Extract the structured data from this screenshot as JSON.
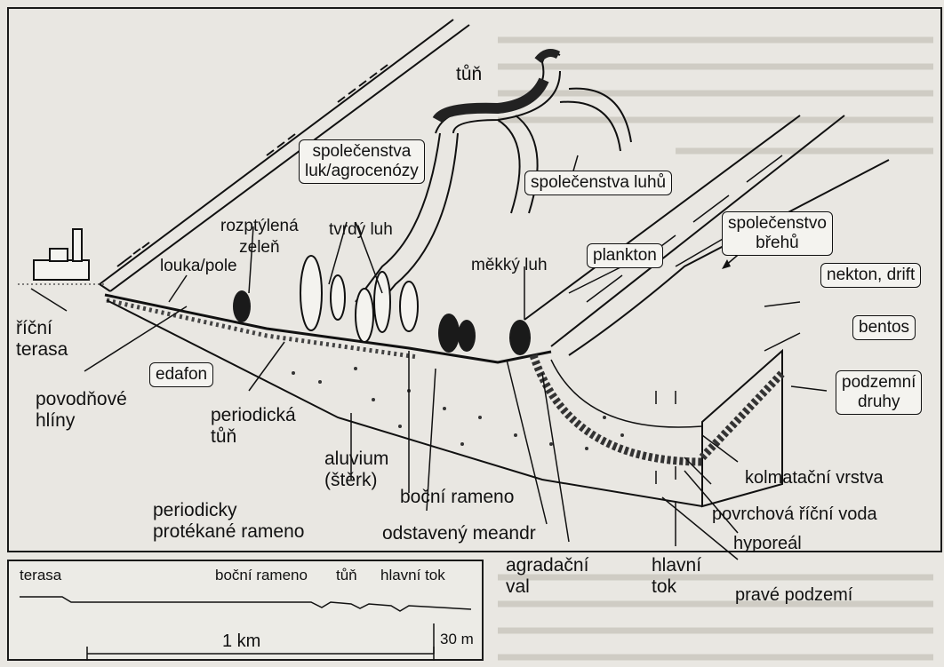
{
  "diagram": {
    "boxed_labels": {
      "spolecenstva_luk": [
        "společenstva",
        "luk/agrocenózy"
      ],
      "spolecenstva_luhu": "společenstva luhů",
      "spolecenstvo_brehu": [
        "společenstvo",
        "břehů"
      ],
      "plankton": "plankton",
      "nekton": "nekton, drift",
      "bentos": "bentos",
      "podzemni": [
        "podzemní",
        "druhy"
      ],
      "edafon": "edafon"
    },
    "labels": {
      "tun_top": "tůň",
      "rozptylena": [
        "rozptýlená",
        "zeleň"
      ],
      "tvrdy_luh": "tvrdý luh",
      "louka_pole": "louka/pole",
      "mekky_luh": "měkký luh",
      "ricni_terasa": [
        "říční",
        "terasa"
      ],
      "povodnove": [
        "povodňové",
        "hlíny"
      ],
      "periodicka_tun": [
        "periodická",
        "tůň"
      ],
      "aluvium": [
        "aluvium",
        "(štěrk)"
      ],
      "bocni_rameno": "boční rameno",
      "periodicky": [
        "periodicky",
        "protékané rameno"
      ],
      "odstaveny": "odstavený meandr",
      "agradacni": [
        "agradační",
        "val"
      ],
      "hlavni_tok": [
        "hlavní",
        "tok"
      ],
      "hyporeal": "hyporeál",
      "prave_podzemi": "pravé podzemí",
      "povrchova": "povrchová říční voda",
      "kolmatacni": "kolmatační vrstva"
    }
  },
  "inset": {
    "labels": {
      "terasa": "terasa",
      "bocni_rameno": "boční rameno",
      "tun": "tůň",
      "hlavni_tok": "hlavní tok",
      "scale_h": "1 km",
      "scale_v": "30 m"
    }
  },
  "colors": {
    "ink": "#111111",
    "paper": "#e9e7e2",
    "box_fill": "#f4f3ef"
  }
}
